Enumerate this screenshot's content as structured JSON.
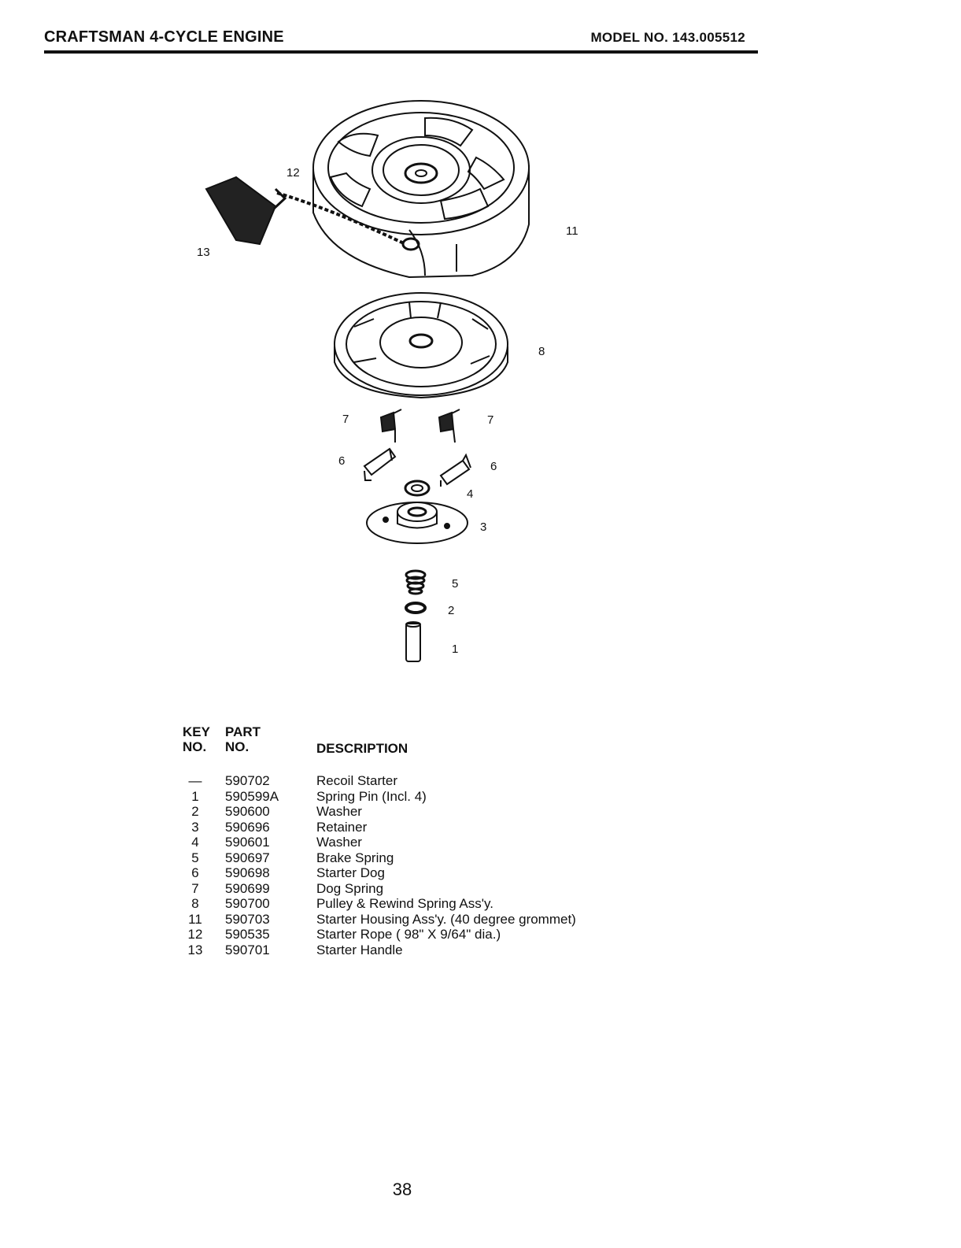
{
  "header": {
    "title": "CRAFTSMAN 4-CYCLE ENGINE",
    "model": "MODEL  NO.  143.005512"
  },
  "callouts": [
    "12",
    "13",
    "11",
    "8",
    "7",
    "7",
    "6",
    "6",
    "4",
    "3",
    "5",
    "2",
    "1"
  ],
  "table": {
    "headers": {
      "key_top": "KEY",
      "key_bottom": "NO.",
      "part_top": "PART",
      "part_bottom": "NO.",
      "description": "DESCRIPTION"
    },
    "rows": [
      {
        "key": "—",
        "part": "590702",
        "description": "Recoil Starter"
      },
      {
        "key": "1",
        "part": "590599A",
        "description": "Spring Pin (Incl. 4)"
      },
      {
        "key": "2",
        "part": "590600",
        "description": "Washer"
      },
      {
        "key": "3",
        "part": "590696",
        "description": "Retainer"
      },
      {
        "key": "4",
        "part": "590601",
        "description": "Washer"
      },
      {
        "key": "5",
        "part": "590697",
        "description": "Brake Spring"
      },
      {
        "key": "6",
        "part": "590698",
        "description": "Starter Dog"
      },
      {
        "key": "7",
        "part": "590699",
        "description": "Dog Spring"
      },
      {
        "key": "8",
        "part": "590700",
        "description": "Pulley & Rewind Spring Ass'y."
      },
      {
        "key": "11",
        "part": "590703",
        "description": "Starter Housing Ass'y. (40 degree grommet)"
      },
      {
        "key": "12",
        "part": "590535",
        "description": "Starter Rope ( 98\" X 9/64\" dia.)"
      },
      {
        "key": "13",
        "part": "590701",
        "description": "Starter Handle"
      }
    ]
  },
  "page_number": "38"
}
